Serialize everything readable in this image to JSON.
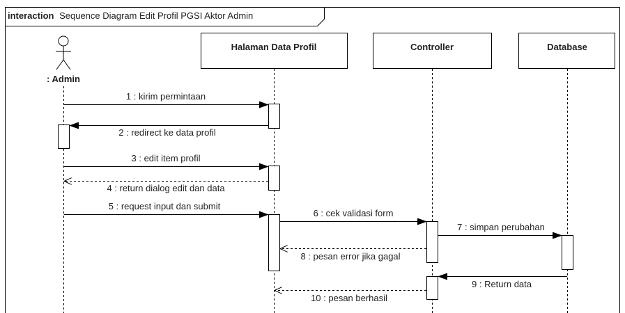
{
  "frame": {
    "keyword": "interaction",
    "title": "Sequence Diagram Edit Profil PGSI Aktor Admin"
  },
  "actor": {
    "label": ": Admin"
  },
  "lifelines": {
    "halaman": "Halaman Data Profil",
    "controller": "Controller",
    "database": "Database"
  },
  "messages": [
    {
      "label": "1 : kirim permintaan",
      "kind": "sync"
    },
    {
      "label": "2 : redirect ke data profil",
      "kind": "sync"
    },
    {
      "label": "3 : edit item profil",
      "kind": "sync"
    },
    {
      "label": "4 : return dialog edit dan data",
      "kind": "return"
    },
    {
      "label": "5 : request input dan submit",
      "kind": "sync"
    },
    {
      "label": "6 : cek validasi form",
      "kind": "sync"
    },
    {
      "label": "7 : simpan perubahan",
      "kind": "sync"
    },
    {
      "label": "8 : pesan error jika gagal",
      "kind": "return"
    },
    {
      "label": "9 : Return data",
      "kind": "sync"
    },
    {
      "label": "10 : pesan berhasil",
      "kind": "return"
    }
  ]
}
